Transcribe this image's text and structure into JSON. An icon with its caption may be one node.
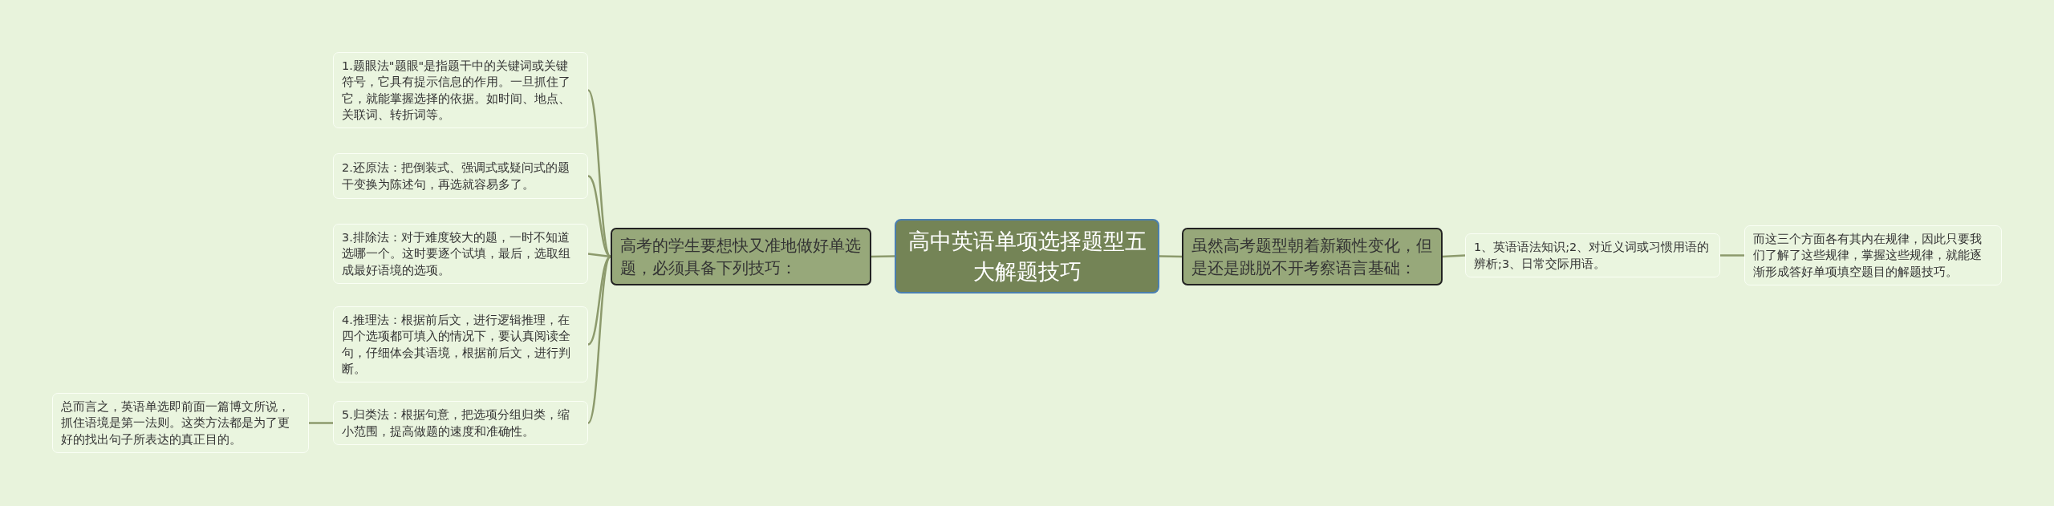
{
  "diagram": {
    "nodes": [
      {
        "text": [
          "高中英语单项选择题型五大解题技巧"
        ]
      },
      {
        "text": [
          "高考的学生要想快又准地做好单选题，必须具备下列技巧："
        ]
      },
      {
        "text": [
          "1.题眼法\"题眼\"是指题干中的关键词或关键符号，它具有提示信息的作用。一旦抓住了它，就能掌握选择的依据。如时间、地点、关联词、转折词等。"
        ]
      },
      {
        "text": [
          "2.还原法：把倒装式、强调式或疑问式的题干变换为陈述句，再选就容易多了。"
        ]
      },
      {
        "text": [
          "3.排除法：对于难度较大的题，一时不知道选哪一个。这时要逐个试填，最后，选取组成最好语境的选项。"
        ]
      },
      {
        "text": [
          "4.推理法：根据前后文，进行逻辑推理，在四个选项都可填入的情况下，要认真阅读全句，仔细体会其语境，根据前后文，进行判断。"
        ]
      },
      {
        "text": [
          "5.归类法：根据句意，把选项分组归类，缩小范围，提高做题的速度和准确性。"
        ]
      },
      {
        "text": [
          "总而言之，英语单选即前面一篇博文所说，抓住语境是第一法则。这类方法都是为了更好的找出句子所表达的真正目的。"
        ]
      },
      {
        "text": [
          "虽然高考题型朝着新颖性变化，但是还是跳脱不开考察语言基础："
        ]
      },
      {
        "text": [
          "1、英语语法知识;2、对近义词或习惯用语的辨析;3、日常交际用语。"
        ]
      },
      {
        "text": [
          "而这三个方面各有其内在规律，因此只要我们了解了这些规律，掌握这些规律，就能逐渐形成答好单项填空题目的解题技巧。"
        ]
      }
    ],
    "edges": [
      {
        "from": 0,
        "to": 1,
        "arrow": "none"
      },
      {
        "from": 1,
        "to": 2,
        "arrow": "none"
      },
      {
        "from": 1,
        "to": 3,
        "arrow": "none"
      },
      {
        "from": 1,
        "to": 4,
        "arrow": "none"
      },
      {
        "from": 1,
        "to": 5,
        "arrow": "none"
      },
      {
        "from": 1,
        "to": 6,
        "arrow": "none"
      },
      {
        "from": 6,
        "to": 7,
        "arrow": "none"
      },
      {
        "from": 0,
        "to": 8,
        "arrow": "none"
      },
      {
        "from": 8,
        "to": 9,
        "arrow": "none"
      },
      {
        "from": 9,
        "to": 10,
        "arrow": "none"
      }
    ]
  }
}
